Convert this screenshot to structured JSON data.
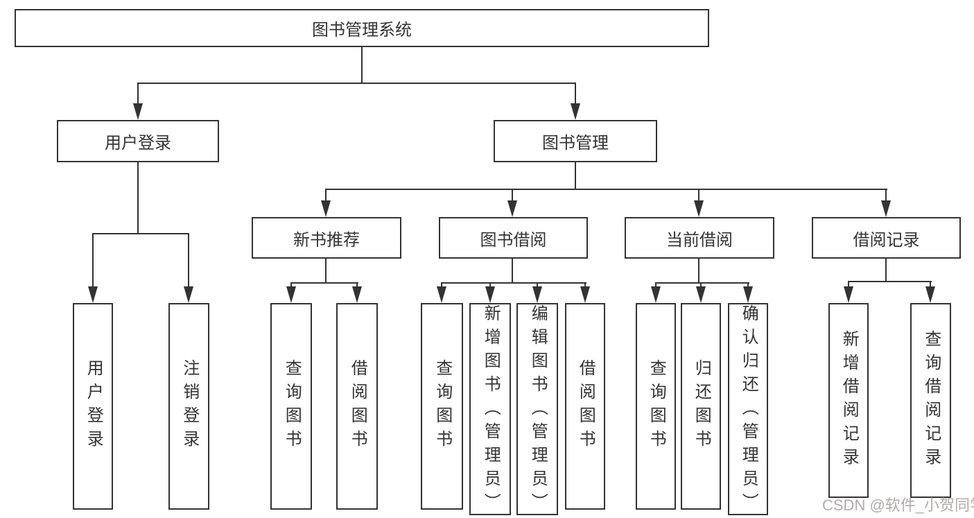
{
  "tree": {
    "label": "图书管理系统",
    "children": [
      {
        "label": "用户登录",
        "children": [
          {
            "label": "用户登录"
          },
          {
            "label": "注销登录"
          }
        ]
      },
      {
        "label": "图书管理",
        "children": [
          {
            "label": "新书推荐",
            "children": [
              {
                "label": "查询图书"
              },
              {
                "label": "借阅图书"
              }
            ]
          },
          {
            "label": "图书借阅",
            "children": [
              {
                "label": "查询图书"
              },
              {
                "label": "新增图书（管理员）"
              },
              {
                "label": "编辑图书（管理员）"
              },
              {
                "label": "借阅图书"
              }
            ]
          },
          {
            "label": "当前借阅",
            "children": [
              {
                "label": "查询图书"
              },
              {
                "label": "归还图书"
              },
              {
                "label": "确认归还（管理员）"
              }
            ]
          },
          {
            "label": "借阅记录",
            "children": [
              {
                "label": "新增借阅记录"
              },
              {
                "label": "查询借阅记录"
              }
            ]
          }
        ]
      }
    ]
  },
  "watermark": {
    "text": "CSDN @软件_小贺同学"
  },
  "colors": {
    "line": "#333333",
    "box_border": "#333333",
    "text": "#333333",
    "background": "#ffffff",
    "watermark": "#b3abab"
  }
}
